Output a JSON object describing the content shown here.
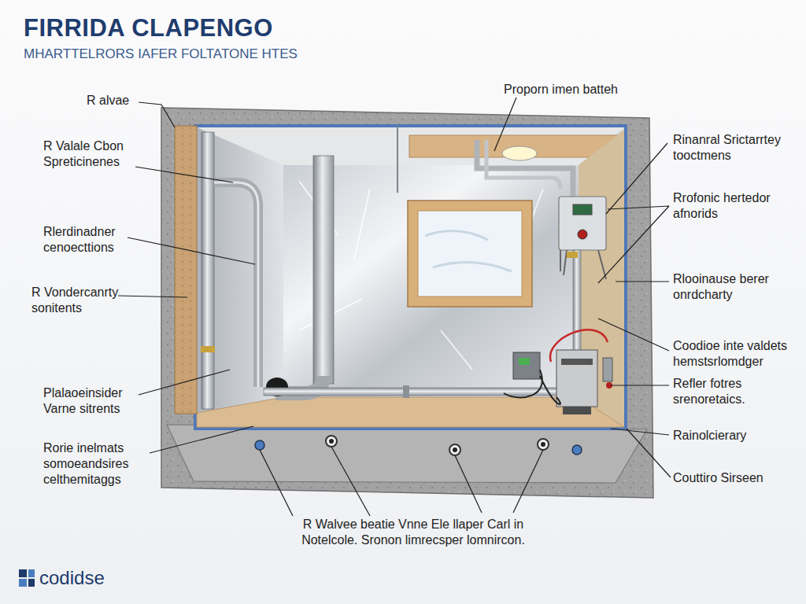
{
  "diagram": {
    "title": "FIRRIDA CLAPENGO",
    "labels": [
      "MHARTTELRORS IAFER FOLTATONE HTES",
      "R alvae",
      "R Valale Cbon Spreticinenes",
      "Proporn imen batteh",
      "Rinanral Srictarrtey tooctmens",
      "Rlerdinadner cenoecttions",
      "Rrofonic hertedor afnorids",
      "R Vondercanrty sonitents",
      "Rlooinause berer onrdcharty",
      "Coodioe inte valdets hemstsrlomdger",
      "Plalaoeinsider Varne sitrents",
      "Refler fotres srenoretaics.",
      "Rainolcierary",
      "Rorie inelmats somoeandsires celthemitaggs",
      "Couttiro Sirseen",
      "R Walvee beatie Vnne Ele llaper Carl in Notelcole. Sronon limrecsper lomnircon.",
      "codidse"
    ]
  }
}
